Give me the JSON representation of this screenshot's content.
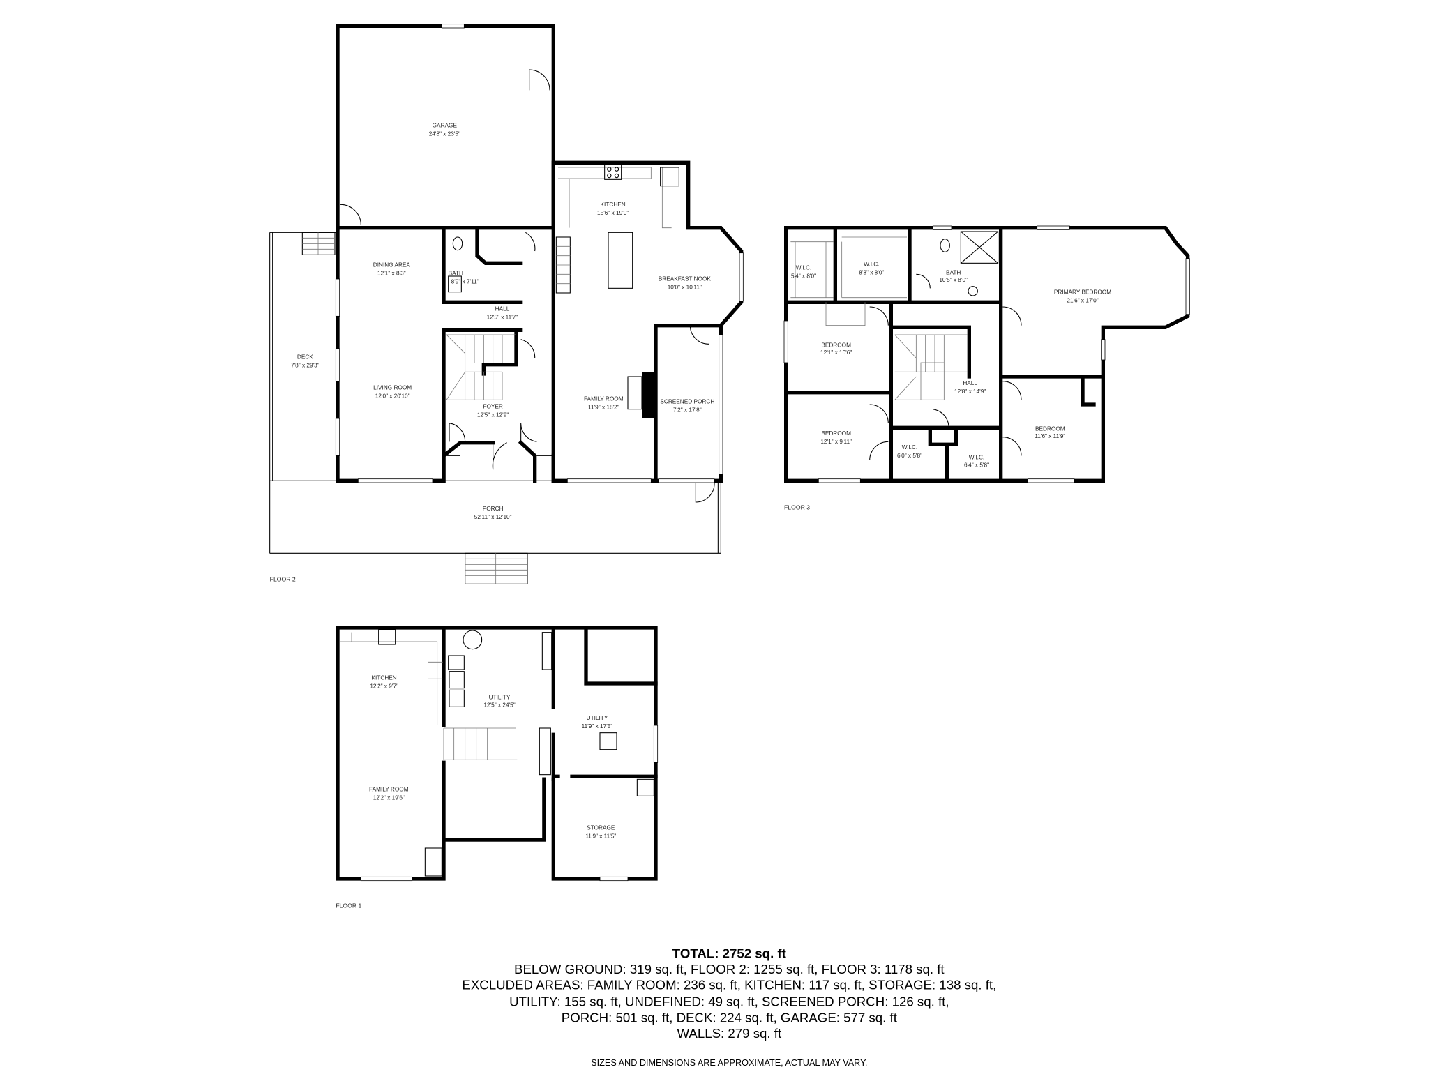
{
  "floor2": {
    "label": "FLOOR 2",
    "rooms": [
      {
        "name": "GARAGE",
        "dims": "24'8\" x 23'5\""
      },
      {
        "name": "KITCHEN",
        "dims": "15'6\" x 19'0\""
      },
      {
        "name": "DINING AREA",
        "dims": "12'1\" x 8'3\""
      },
      {
        "name": "BATH",
        "dims": "8'9\" x 7'11\""
      },
      {
        "name": "HALL",
        "dims": "12'5\" x 11'7\""
      },
      {
        "name": "BREAKFAST NOOK",
        "dims": "10'0\" x 10'11\""
      },
      {
        "name": "DECK",
        "dims": "7'8\" x 29'3\""
      },
      {
        "name": "LIVING ROOM",
        "dims": "12'0\" x 20'10\""
      },
      {
        "name": "FOYER",
        "dims": "12'5\" x 12'9\""
      },
      {
        "name": "FAMILY ROOM",
        "dims": "11'9\" x 18'2\""
      },
      {
        "name": "SCREENED PORCH",
        "dims": "7'2\" x 17'8\""
      },
      {
        "name": "PORCH",
        "dims": "52'11\" x 12'10\""
      }
    ]
  },
  "floor3": {
    "label": "FLOOR 3",
    "rooms": [
      {
        "name": "W.I.C.",
        "dims": "5'4\" x 8'0\""
      },
      {
        "name": "W.I.C.",
        "dims": "8'8\" x 8'0\""
      },
      {
        "name": "BATH",
        "dims": "10'5\" x 8'0\""
      },
      {
        "name": "PRIMARY BEDROOM",
        "dims": "21'6\" x 17'0\""
      },
      {
        "name": "BEDROOM",
        "dims": "12'1\" x 10'6\""
      },
      {
        "name": "HALL",
        "dims": "12'8\" x 14'9\""
      },
      {
        "name": "BEDROOM",
        "dims": "12'1\" x 9'11\""
      },
      {
        "name": "W.I.C.",
        "dims": "6'0\" x 5'8\""
      },
      {
        "name": "W.I.C.",
        "dims": "6'4\" x 5'8\""
      },
      {
        "name": "BEDROOM",
        "dims": "11'6\" x 11'9\""
      }
    ]
  },
  "floor1": {
    "label": "FLOOR 1",
    "rooms": [
      {
        "name": "KITCHEN",
        "dims": "12'2\" x 9'7\""
      },
      {
        "name": "UTILITY",
        "dims": "12'5\" x 24'5\""
      },
      {
        "name": "UTILITY",
        "dims": "11'9\" x 17'5\""
      },
      {
        "name": "FAMILY ROOM",
        "dims": "12'2\" x 19'6\""
      },
      {
        "name": "STORAGE",
        "dims": "11'9\" x 11'5\""
      }
    ]
  },
  "summary": {
    "total": "TOTAL: 2752 sq. ft",
    "lines": [
      "BELOW GROUND: 319 sq. ft, FLOOR 2: 1255 sq. ft, FLOOR 3: 1178 sq. ft",
      "EXCLUDED AREAS: FAMILY ROOM: 236 sq. ft, KITCHEN: 117 sq. ft, STORAGE: 138 sq. ft,",
      "UTILITY: 155 sq. ft, UNDEFINED: 49 sq. ft, SCREENED PORCH: 126 sq. ft,",
      "PORCH: 501 sq. ft, DECK: 224 sq. ft, GARAGE: 577 sq. ft",
      "WALLS: 279 sq. ft"
    ],
    "disclaimer": "SIZES AND DIMENSIONS ARE APPROXIMATE, ACTUAL MAY VARY."
  }
}
